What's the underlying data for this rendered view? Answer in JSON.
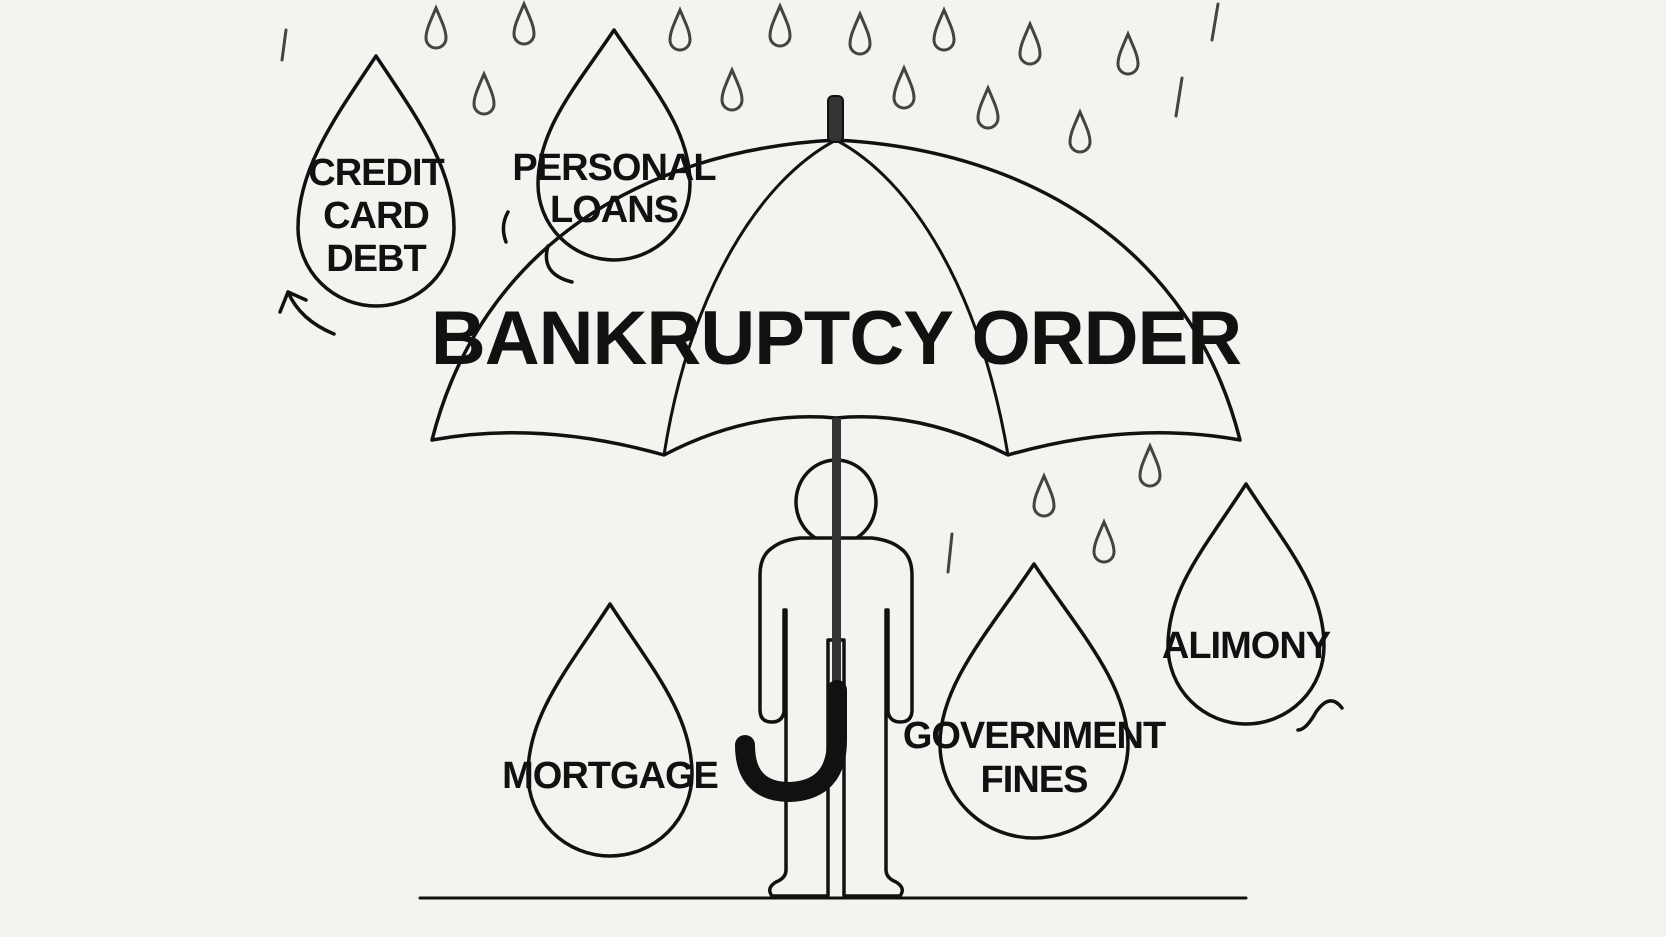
{
  "title": "BANKRUPTCY ORDER",
  "colors": {
    "background": "#f4f3ef",
    "ink": "#111111",
    "drop_fill": "#f7f6f2",
    "rain": "#444444"
  },
  "debt_drops": [
    {
      "lines": [
        "CREDIT",
        "CARD",
        "DEBT"
      ]
    },
    {
      "lines": [
        "PERSONAL",
        "LOANS"
      ]
    },
    {
      "lines": [
        "MORTGAGE"
      ]
    },
    {
      "lines": [
        "GOVERNMENT",
        "FINES"
      ]
    },
    {
      "lines": [
        "ALIMONY"
      ]
    }
  ],
  "icons": {
    "umbrella": "umbrella-icon",
    "person": "person-icon",
    "raindrop": "raindrop-icon"
  }
}
